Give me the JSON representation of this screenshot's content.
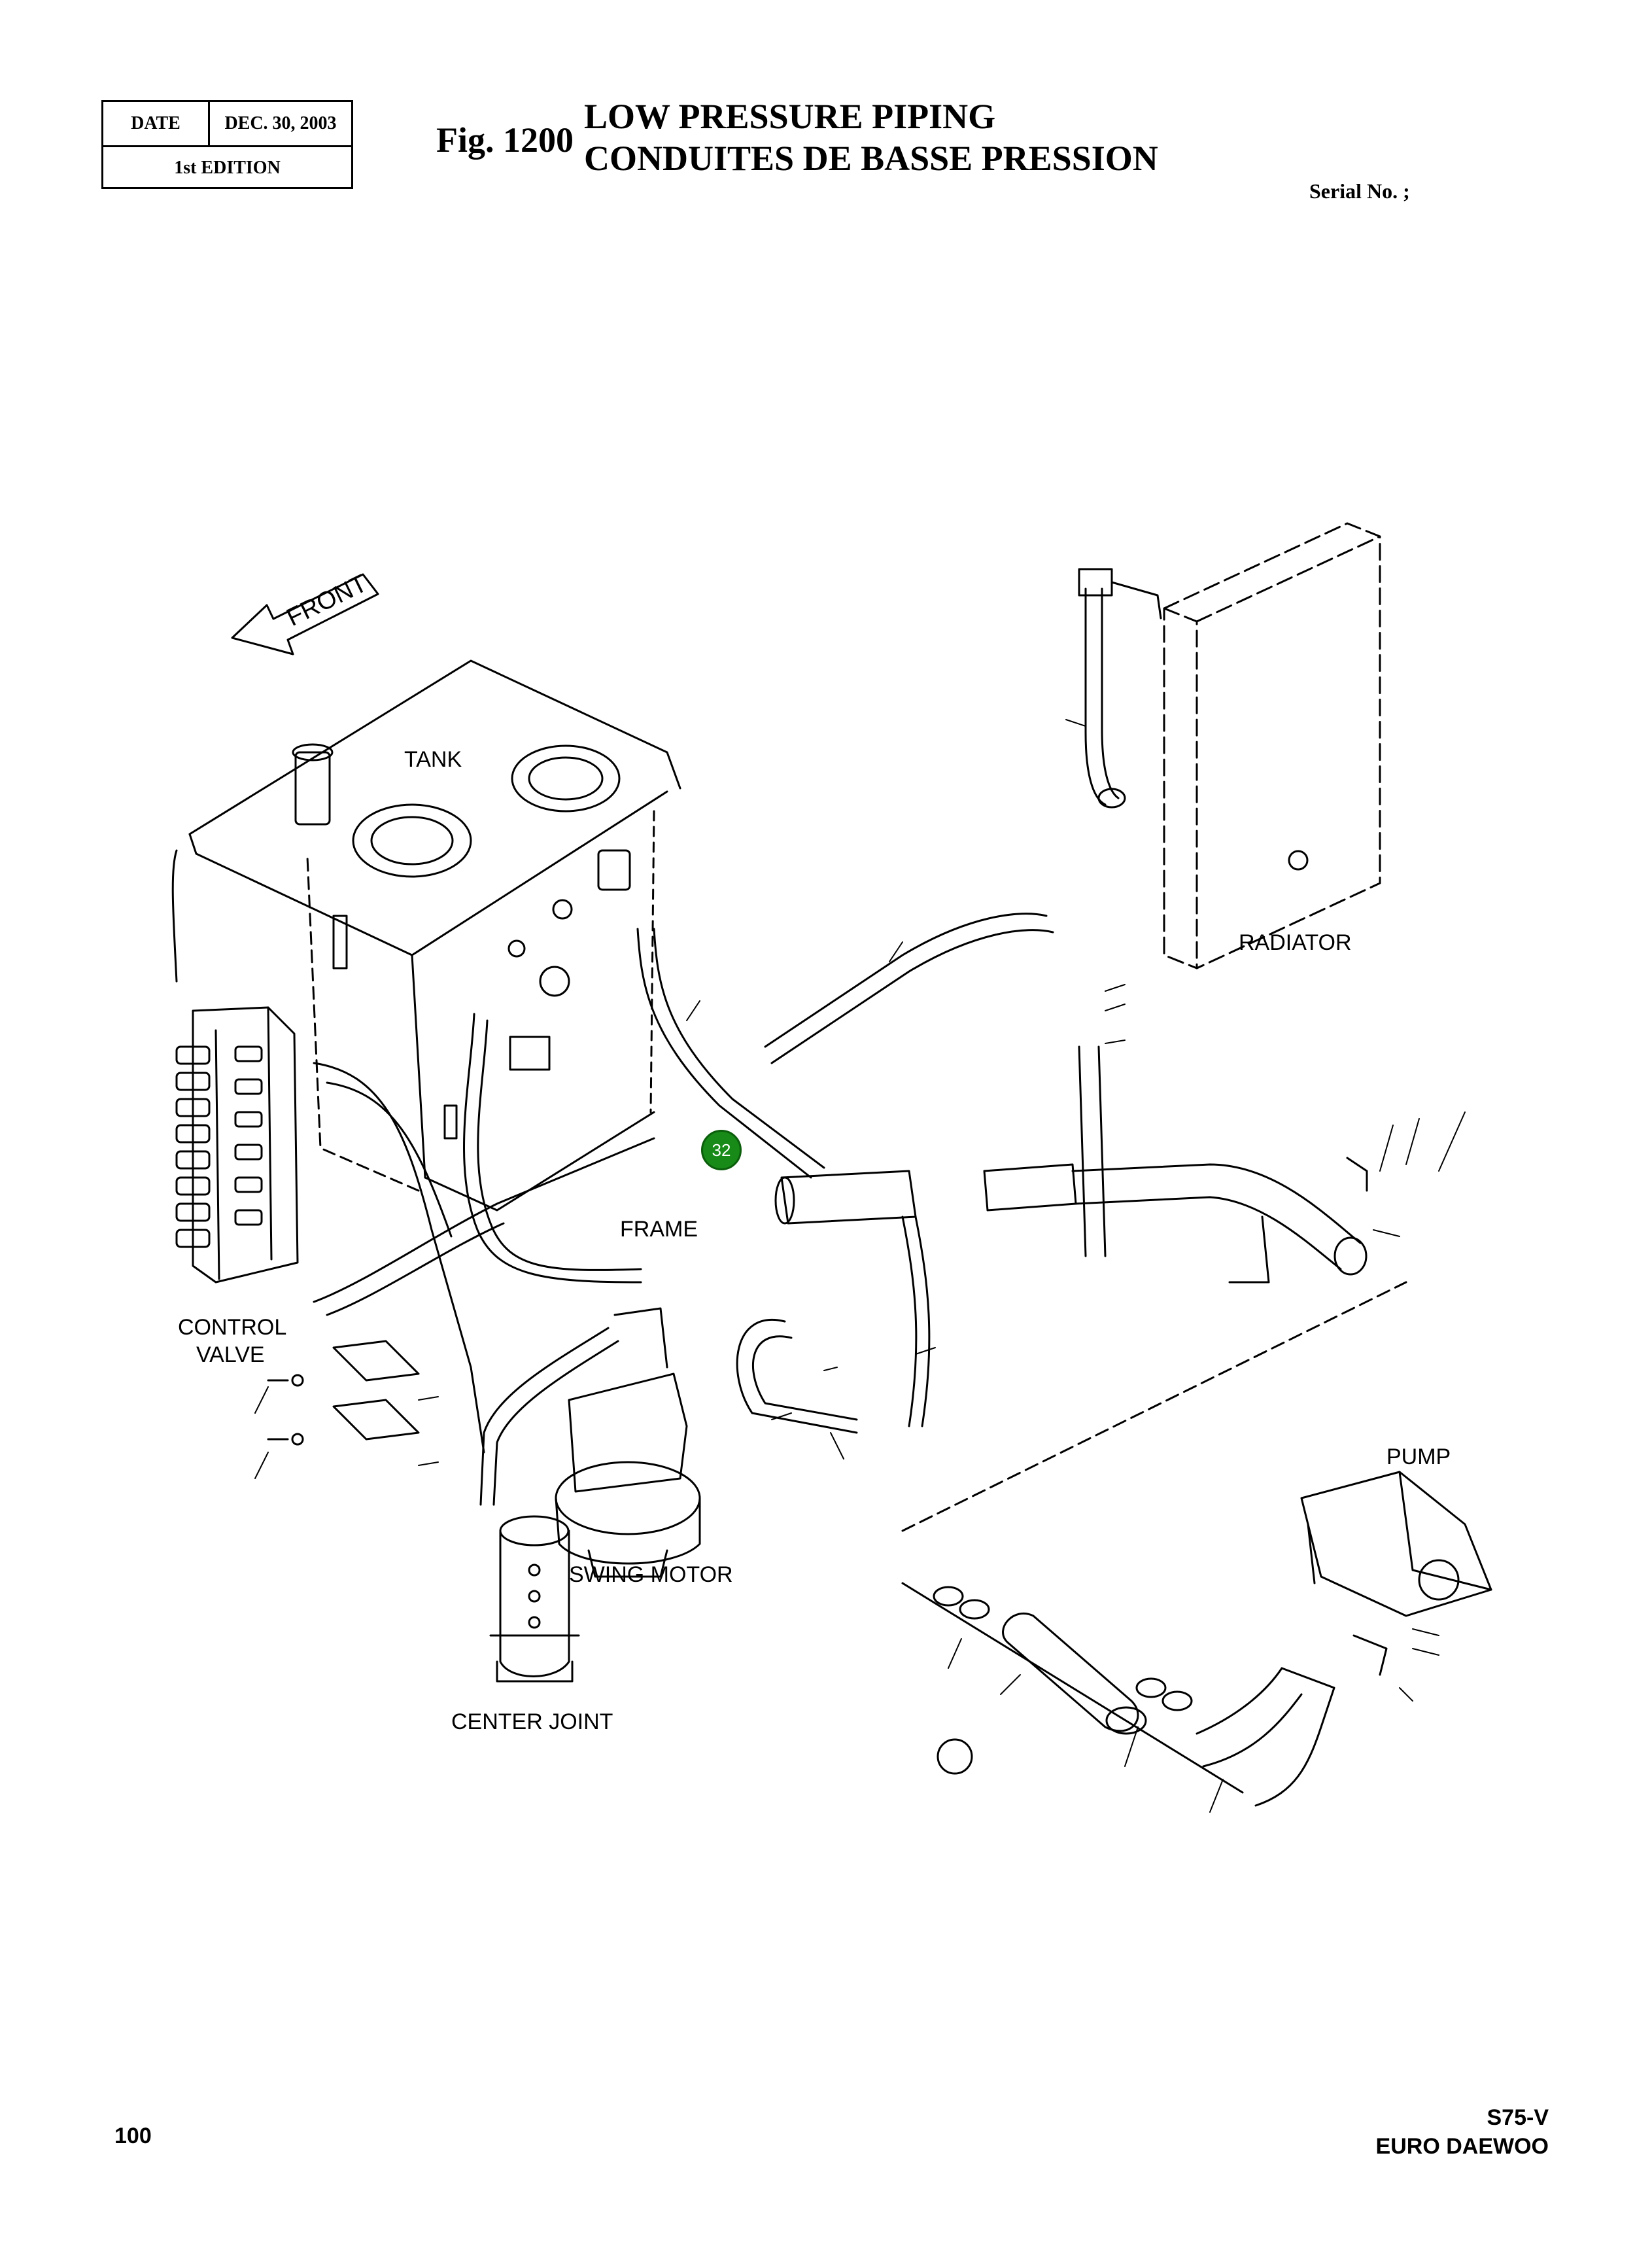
{
  "header": {
    "date_label": "DATE",
    "date_value": "DEC. 30, 2003",
    "edition": "1st EDITION",
    "fig_number": "Fig. 1200",
    "title_en": "LOW PRESSURE PIPING",
    "title_fr": "CONDUITES DE BASSE PRESSION",
    "serial": "Serial No. ;"
  },
  "diagram": {
    "front_arrow": "FRONT",
    "labels": {
      "tank": "TANK",
      "radiator": "RADIATOR",
      "frame": "FRAME",
      "control_valve_1": "CONTROL",
      "control_valve_2": "VALVE",
      "pump": "PUMP",
      "swing_motor": "SWING MOTOR",
      "center_joint": "CENTER JOINT"
    },
    "callout": "32"
  },
  "footer": {
    "page_number": "100",
    "model": "S75-V",
    "brand": "EURO DAEWOO"
  }
}
